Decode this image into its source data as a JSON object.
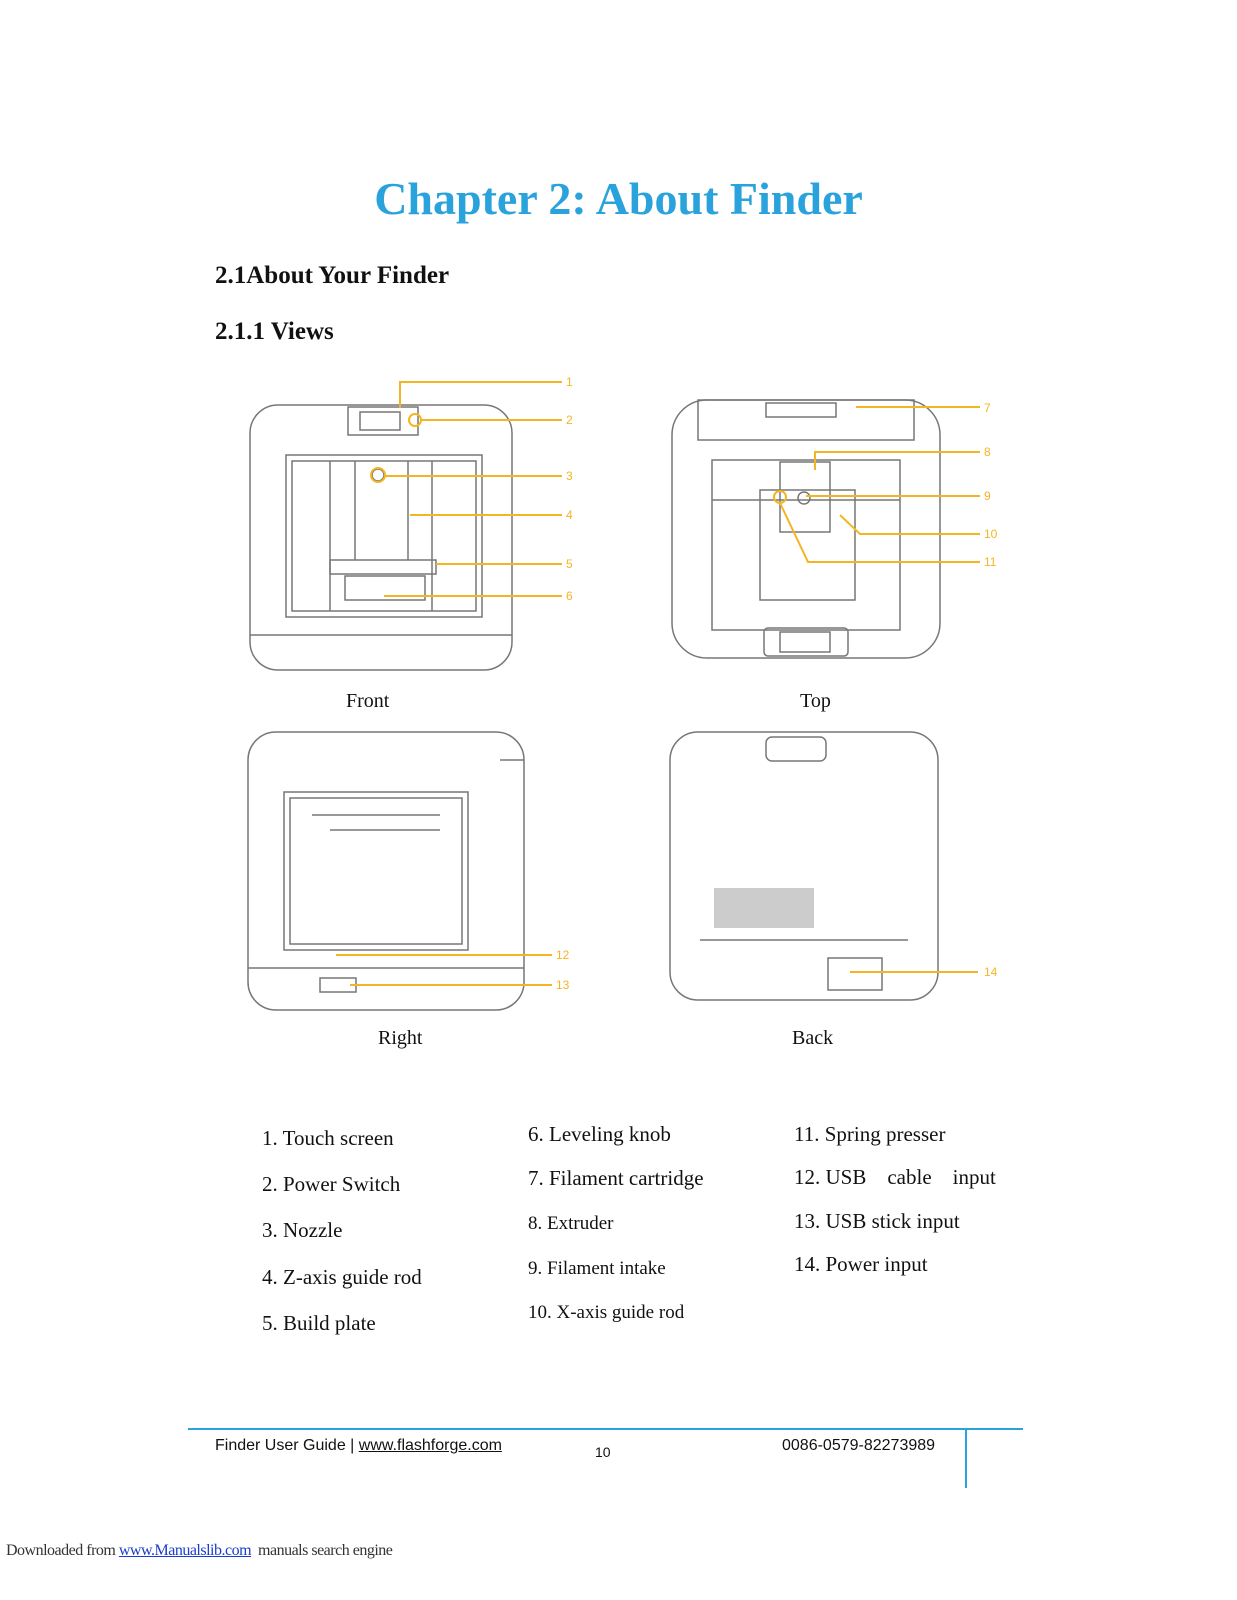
{
  "chapter_title": "Chapter 2: About Finder",
  "section_title": "2.1About Your Finder",
  "subsection_title": "2.1.1 Views",
  "views": {
    "front": "Front",
    "top": "Top",
    "right": "Right",
    "back": "Back"
  },
  "callouts": [
    "1",
    "2",
    "3",
    "4",
    "5",
    "6",
    "7",
    "8",
    "9",
    "10",
    "11",
    "12",
    "13",
    "14"
  ],
  "legend": {
    "col1": [
      "1. Touch screen",
      "2. Power Switch",
      "3. Nozzle",
      "4. Z-axis guide rod",
      "5.  Build plate"
    ],
    "col2": [
      "6. Leveling knob",
      "7. Filament cartridge",
      "8. Extruder",
      "9. Filament intake",
      "10. X-axis guide rod"
    ],
    "col3": [
      "11. Spring presser",
      "12. USB    cable    input",
      "13. USB stick input",
      "14. Power input"
    ]
  },
  "footer": {
    "left_text": "Finder User Guide | ",
    "url": "www.flashforge.com",
    "page_number": "10",
    "phone": "0086-0579-82273989"
  },
  "download": {
    "prefix": "Downloaded from ",
    "link": "www.Manualslib.com",
    "suffix": "  manuals search engine"
  },
  "colors": {
    "title_blue": "#2aa3dc",
    "callout_orange": "#f5b523",
    "link_blue": "#1a3ccf"
  }
}
